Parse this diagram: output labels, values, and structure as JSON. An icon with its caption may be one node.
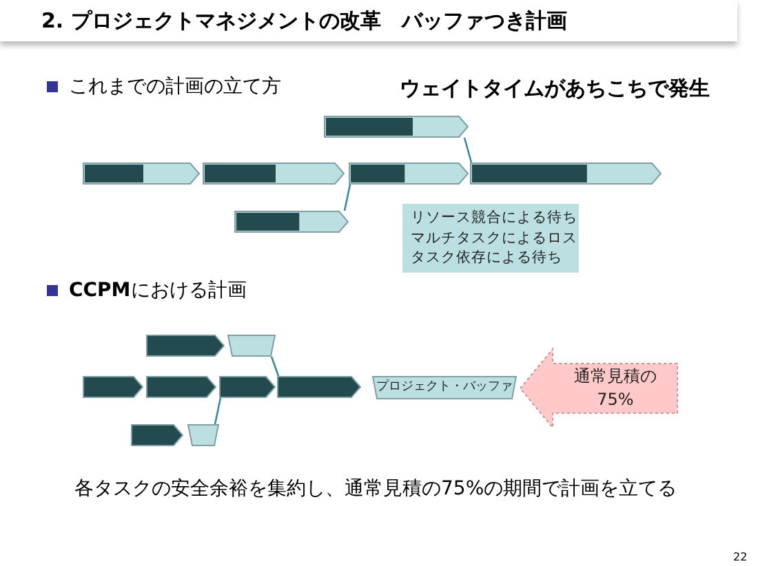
{
  "diagram": {
    "title": "2. プロジェクトマネジメントの改革　バッファつき計画",
    "nodes": [
      {
        "text": [],
        "shape": "bar"
      },
      {
        "text": [],
        "shape": "bar"
      },
      {
        "text": [],
        "shape": "bar"
      },
      {
        "text": [],
        "shape": "bar"
      },
      {
        "text": [],
        "shape": "bar"
      },
      {
        "text": [],
        "shape": "bar"
      },
      {
        "text": [
          "リソース競合による待ち",
          "マルチタスクによるロス",
          "タスク依存による待ち"
        ]
      },
      {
        "text": [],
        "shape": "bar"
      },
      {
        "text": [],
        "shape": "trapezoid"
      },
      {
        "text": [],
        "shape": "bar"
      },
      {
        "text": [],
        "shape": "bar"
      },
      {
        "text": [],
        "shape": "bar"
      },
      {
        "text": [],
        "shape": "bar"
      },
      {
        "text": [
          "プロジェクト・バッファ"
        ]
      },
      {
        "text": [],
        "shape": "bar"
      },
      {
        "text": [],
        "shape": "trapezoid"
      },
      {
        "text": [
          "通常見積の75%"
        ]
      }
    ],
    "edges": [
      {
        "from": 0,
        "to": 4,
        "arrow": "none"
      },
      {
        "from": 5,
        "to": 3,
        "arrow": "none"
      },
      {
        "from": 8,
        "to": 12,
        "arrow": "none"
      },
      {
        "from": 15,
        "to": 11,
        "arrow": "none"
      }
    ],
    "labels": [
      "これまでの計画の立て方",
      "ウェイトタイムがあちこちで発生",
      "**CCPM**における計画",
      "各タスクの安全余裕を集約し、通常見積の75%の期間で計画を立てる",
      "22"
    ]
  }
}
